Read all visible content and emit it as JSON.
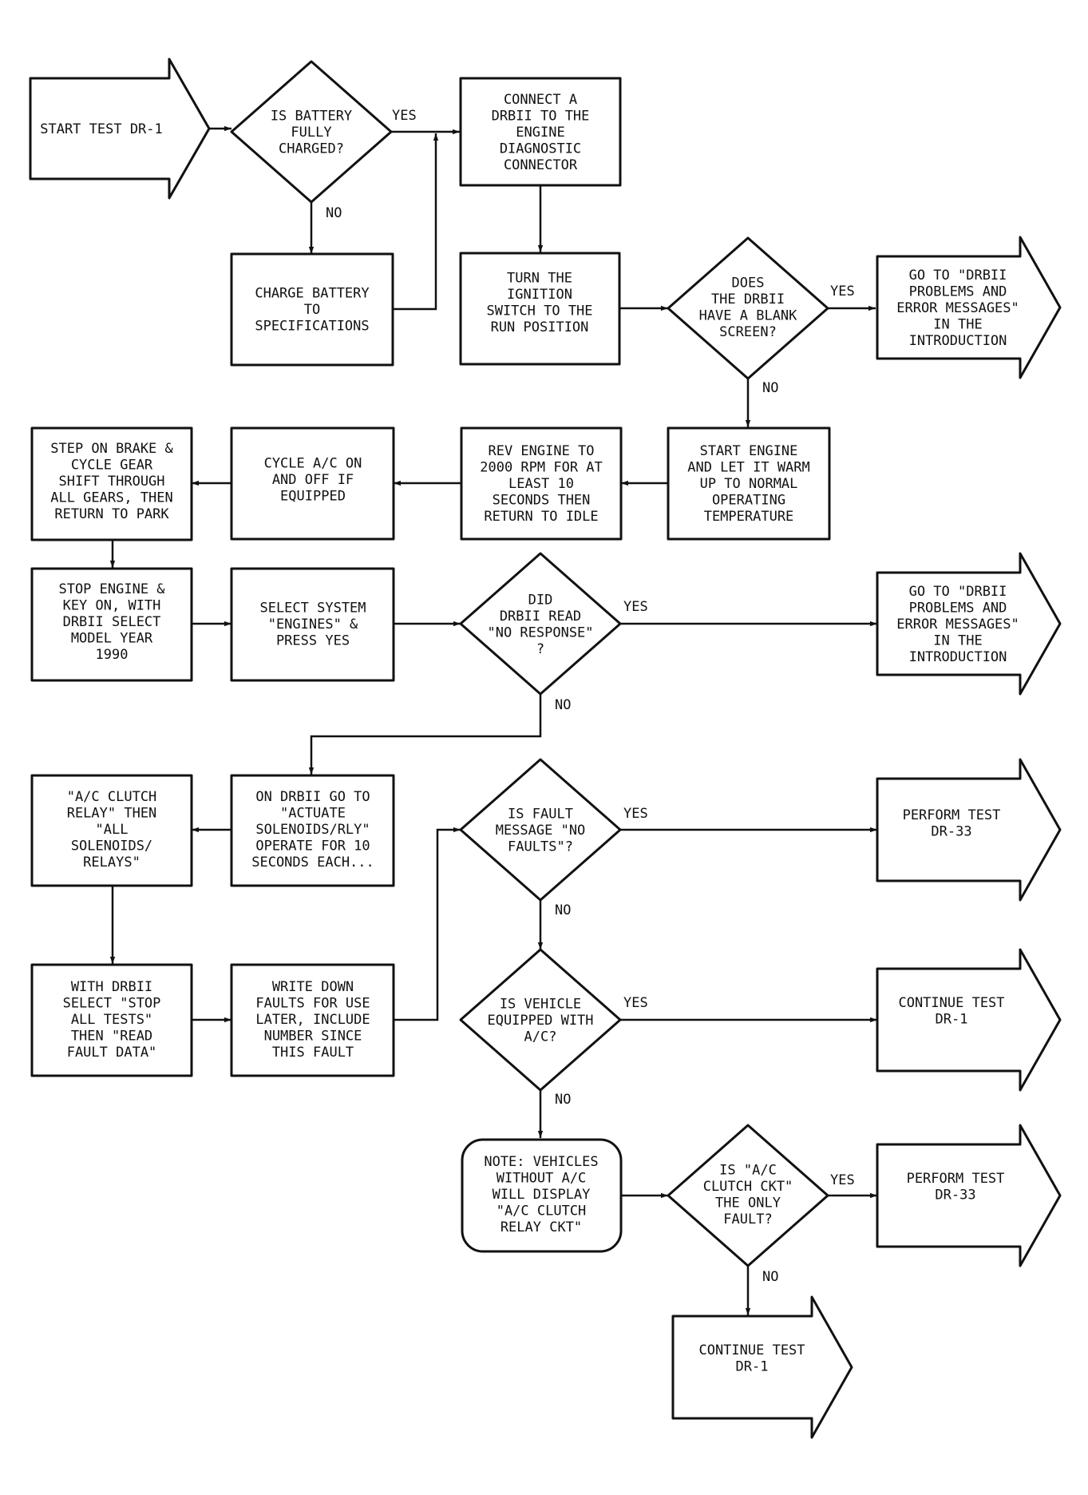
{
  "nodes": {
    "start_test": {
      "lines": [
        "START TEST DR-1"
      ]
    },
    "battery_charged": {
      "lines": [
        "IS BATTERY",
        "FULLY",
        "CHARGED?"
      ]
    },
    "connect_drbii": {
      "lines": [
        "CONNECT A",
        "DRBII TO THE",
        "ENGINE",
        "DIAGNOSTIC",
        "CONNECTOR"
      ]
    },
    "charge_battery": {
      "lines": [
        "CHARGE BATTERY",
        "TO",
        "SPECIFICATIONS"
      ]
    },
    "turn_ignition": {
      "lines": [
        "TURN THE",
        "IGNITION",
        "SWITCH TO THE",
        "RUN POSITION"
      ]
    },
    "blank_screen": {
      "lines": [
        "DOES",
        "THE DRBII",
        "HAVE A BLANK",
        "SCREEN?"
      ]
    },
    "goto_problems_1": {
      "lines": [
        "GO TO \"DRBII",
        "PROBLEMS AND",
        "ERROR MESSAGES\"",
        "IN THE",
        "INTRODUCTION"
      ]
    },
    "start_engine": {
      "lines": [
        "START ENGINE",
        "AND LET IT WARM",
        "UP TO NORMAL",
        "OPERATING",
        "TEMPERATURE"
      ]
    },
    "rev_engine": {
      "lines": [
        "REV ENGINE TO",
        "2000 RPM FOR AT",
        "LEAST 10",
        "SECONDS THEN",
        "RETURN TO IDLE"
      ]
    },
    "cycle_ac": {
      "lines": [
        "CYCLE A/C ON",
        "AND OFF IF",
        "EQUIPPED"
      ]
    },
    "step_brake": {
      "lines": [
        "STEP ON BRAKE &",
        "CYCLE GEAR",
        "SHIFT THROUGH",
        "ALL GEARS, THEN",
        "RETURN TO PARK"
      ]
    },
    "stop_engine": {
      "lines": [
        "STOP ENGINE &",
        "KEY ON, WITH",
        "DRBII SELECT",
        "MODEL YEAR",
        "1990"
      ]
    },
    "select_system": {
      "lines": [
        "SELECT SYSTEM",
        "\"ENGINES\" &",
        "PRESS YES"
      ]
    },
    "no_response": {
      "lines": [
        "DID",
        "DRBII READ",
        "\"NO RESPONSE\"",
        "?"
      ]
    },
    "goto_problems_2": {
      "lines": [
        "GO TO \"DRBII",
        "PROBLEMS AND",
        "ERROR MESSAGES\"",
        "IN THE",
        "INTRODUCTION"
      ]
    },
    "actuate": {
      "lines": [
        "ON DRBII GO TO",
        "\"ACTUATE",
        "SOLENOIDS/RLY\"",
        "OPERATE FOR 10",
        "SECONDS EACH..."
      ]
    },
    "ac_clutch_relay": {
      "lines": [
        "\"A/C CLUTCH",
        "RELAY\" THEN",
        "\"ALL",
        "SOLENOIDS/",
        "RELAYS\""
      ]
    },
    "no_faults": {
      "lines": [
        "IS FAULT",
        "MESSAGE \"NO",
        "FAULTS\"?"
      ]
    },
    "perform_33_a": {
      "lines": [
        "PERFORM TEST",
        "DR-33"
      ]
    },
    "stop_all_tests": {
      "lines": [
        "WITH DRBII",
        "SELECT \"STOP",
        "ALL TESTS\"",
        "THEN \"READ",
        "FAULT DATA\""
      ]
    },
    "write_down": {
      "lines": [
        "WRITE DOWN",
        "FAULTS FOR USE",
        "LATER, INCLUDE",
        "NUMBER SINCE",
        "THIS FAULT"
      ]
    },
    "equipped_ac": {
      "lines": [
        "IS VEHICLE",
        "EQUIPPED WITH",
        "A/C?"
      ]
    },
    "continue_a": {
      "lines": [
        "CONTINUE TEST",
        "DR-1"
      ]
    },
    "note": {
      "lines": [
        "NOTE: VEHICLES",
        "WITHOUT A/C",
        "WILL DISPLAY",
        "\"A/C CLUTCH",
        "RELAY CKT\""
      ]
    },
    "clutch_only": {
      "lines": [
        "IS \"A/C",
        "CLUTCH CKT\"",
        "THE ONLY",
        "FAULT?"
      ]
    },
    "perform_33_b": {
      "lines": [
        "PERFORM TEST",
        "DR-33"
      ]
    },
    "continue_b": {
      "lines": [
        "CONTINUE TEST",
        "DR-1"
      ]
    }
  },
  "labels": {
    "yes_battery": "YES",
    "no_battery": "NO",
    "yes_blank": "YES",
    "no_blank": "NO",
    "yes_noresp": "YES",
    "no_noresp": "NO",
    "yes_faults": "YES",
    "no_faults": "NO",
    "yes_equipped": "YES",
    "no_equipped": "NO",
    "yes_clutch": "YES",
    "no_clutch": "NO"
  },
  "colors": {
    "ink": "#111111",
    "paper": "#ffffff"
  }
}
